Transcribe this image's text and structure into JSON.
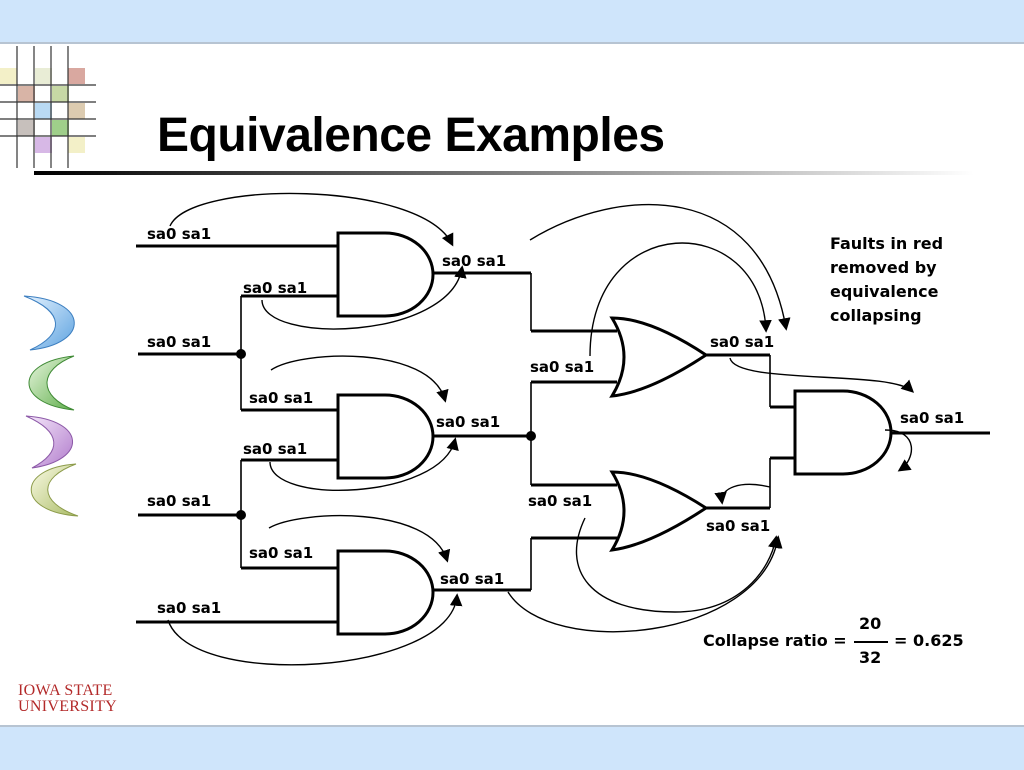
{
  "slide": {
    "title": "Equivalence Examples",
    "logo_line1": "IOWA STATE",
    "logo_line2": "UNIVERSITY"
  },
  "colors": {
    "band": "#cfe5fb",
    "logo": "#b32a2a"
  },
  "diagram": {
    "gates": [
      "AND",
      "AND",
      "AND",
      "OR",
      "OR",
      "AND"
    ],
    "labels": [
      "sa0 sa1",
      "sa0 sa1",
      "sa0 sa1",
      "sa0 sa1",
      "sa0 sa1",
      "sa0 sa1",
      "sa0 sa1",
      "sa0 sa1",
      "sa0 sa1",
      "sa0 sa1",
      "sa0 sa1",
      "sa0 sa1",
      "sa0 sa1",
      "sa0 sa1",
      "sa0 sa1",
      "sa0 sa1"
    ],
    "note": [
      "Faults in red",
      "removed by",
      "equivalence",
      "collapsing"
    ],
    "ratio": {
      "label": "Collapse ratio =",
      "numerator": "20",
      "denominator": "32",
      "result": "= 0.625"
    }
  }
}
